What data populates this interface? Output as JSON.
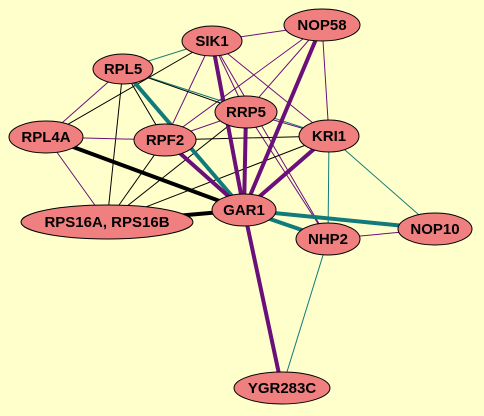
{
  "network": {
    "background": "#FFFFCC",
    "node_fill": "#F08080",
    "node_stroke": "#000000",
    "edge_colors": {
      "purple": "#6B0F7A",
      "teal": "#117A7A",
      "black": "#000000"
    },
    "nodes": [
      {
        "id": "SIK1",
        "label": "SIK1"
      },
      {
        "id": "NOP58",
        "label": "NOP58"
      },
      {
        "id": "RPL5",
        "label": "RPL5"
      },
      {
        "id": "RRP5",
        "label": "RRP5"
      },
      {
        "id": "RPL4A",
        "label": "RPL4A"
      },
      {
        "id": "RPF2",
        "label": "RPF2"
      },
      {
        "id": "KRI1",
        "label": "KRI1"
      },
      {
        "id": "RPS16",
        "label": "RPS16A, RPS16B"
      },
      {
        "id": "GAR1",
        "label": "GAR1"
      },
      {
        "id": "NHP2",
        "label": "NHP2"
      },
      {
        "id": "NOP10",
        "label": "NOP10"
      },
      {
        "id": "YGR283C",
        "label": "YGR283C"
      }
    ],
    "edges": [
      {
        "source": "SIK1",
        "target": "NOP58",
        "color": "purple",
        "weight": "thin"
      },
      {
        "source": "SIK1",
        "target": "RPL5",
        "color": "teal",
        "weight": "thin"
      },
      {
        "source": "SIK1",
        "target": "RRP5",
        "color": "purple",
        "weight": "thin"
      },
      {
        "source": "SIK1",
        "target": "RPF2",
        "color": "purple",
        "weight": "thin"
      },
      {
        "source": "SIK1",
        "target": "KRI1",
        "color": "purple",
        "weight": "thin"
      },
      {
        "source": "SIK1",
        "target": "GAR1",
        "color": "purple",
        "weight": "thick"
      },
      {
        "source": "SIK1",
        "target": "NHP2",
        "color": "purple",
        "weight": "thin"
      },
      {
        "source": "SIK1",
        "target": "RPL4A",
        "color": "black",
        "weight": "thin"
      },
      {
        "source": "NOP58",
        "target": "GAR1",
        "color": "purple",
        "weight": "thick"
      },
      {
        "source": "NOP58",
        "target": "RRP5",
        "color": "purple",
        "weight": "thin"
      },
      {
        "source": "NOP58",
        "target": "KRI1",
        "color": "purple",
        "weight": "thin"
      },
      {
        "source": "NOP58",
        "target": "RPF2",
        "color": "purple",
        "weight": "thin"
      },
      {
        "source": "RPL5",
        "target": "RPL4A",
        "color": "purple",
        "weight": "thin"
      },
      {
        "source": "RPL5",
        "target": "RPF2",
        "color": "black",
        "weight": "thin"
      },
      {
        "source": "RPL5",
        "target": "RPS16",
        "color": "black",
        "weight": "thin"
      },
      {
        "source": "RPL5",
        "target": "GAR1",
        "color": "teal",
        "weight": "thick"
      },
      {
        "source": "RPL5",
        "target": "KRI1",
        "color": "teal",
        "weight": "thin"
      },
      {
        "source": "RPL5",
        "target": "RRP5",
        "color": "black",
        "weight": "thin"
      },
      {
        "source": "RPL4A",
        "target": "RPF2",
        "color": "purple",
        "weight": "thin"
      },
      {
        "source": "RPL4A",
        "target": "GAR1",
        "color": "black",
        "weight": "thick"
      },
      {
        "source": "RPL4A",
        "target": "RPS16",
        "color": "purple",
        "weight": "thin"
      },
      {
        "source": "RRP5",
        "target": "GAR1",
        "color": "purple",
        "weight": "thick"
      },
      {
        "source": "RRP5",
        "target": "RPF2",
        "color": "purple",
        "weight": "thin"
      },
      {
        "source": "RRP5",
        "target": "KRI1",
        "color": "purple",
        "weight": "thin"
      },
      {
        "source": "RRP5",
        "target": "NHP2",
        "color": "purple",
        "weight": "thin"
      },
      {
        "source": "RRP5",
        "target": "RPS16",
        "color": "black",
        "weight": "thin"
      },
      {
        "source": "RPF2",
        "target": "GAR1",
        "color": "purple",
        "weight": "thick"
      },
      {
        "source": "RPF2",
        "target": "KRI1",
        "color": "black",
        "weight": "thin"
      },
      {
        "source": "RPF2",
        "target": "RPS16",
        "color": "black",
        "weight": "thin"
      },
      {
        "source": "KRI1",
        "target": "GAR1",
        "color": "purple",
        "weight": "thick"
      },
      {
        "source": "KRI1",
        "target": "NOP10",
        "color": "teal",
        "weight": "thin"
      },
      {
        "source": "KRI1",
        "target": "NHP2",
        "color": "teal",
        "weight": "thin"
      },
      {
        "source": "KRI1",
        "target": "RPS16",
        "color": "black",
        "weight": "thin"
      },
      {
        "source": "RPS16",
        "target": "GAR1",
        "color": "black",
        "weight": "thick"
      },
      {
        "source": "GAR1",
        "target": "NOP10",
        "color": "teal",
        "weight": "thick"
      },
      {
        "source": "GAR1",
        "target": "NHP2",
        "color": "teal",
        "weight": "thick"
      },
      {
        "source": "GAR1",
        "target": "YGR283C",
        "color": "purple",
        "weight": "thick"
      },
      {
        "source": "NHP2",
        "target": "NOP10",
        "color": "purple",
        "weight": "thin"
      },
      {
        "source": "NHP2",
        "target": "YGR283C",
        "color": "teal",
        "weight": "thin"
      }
    ]
  }
}
